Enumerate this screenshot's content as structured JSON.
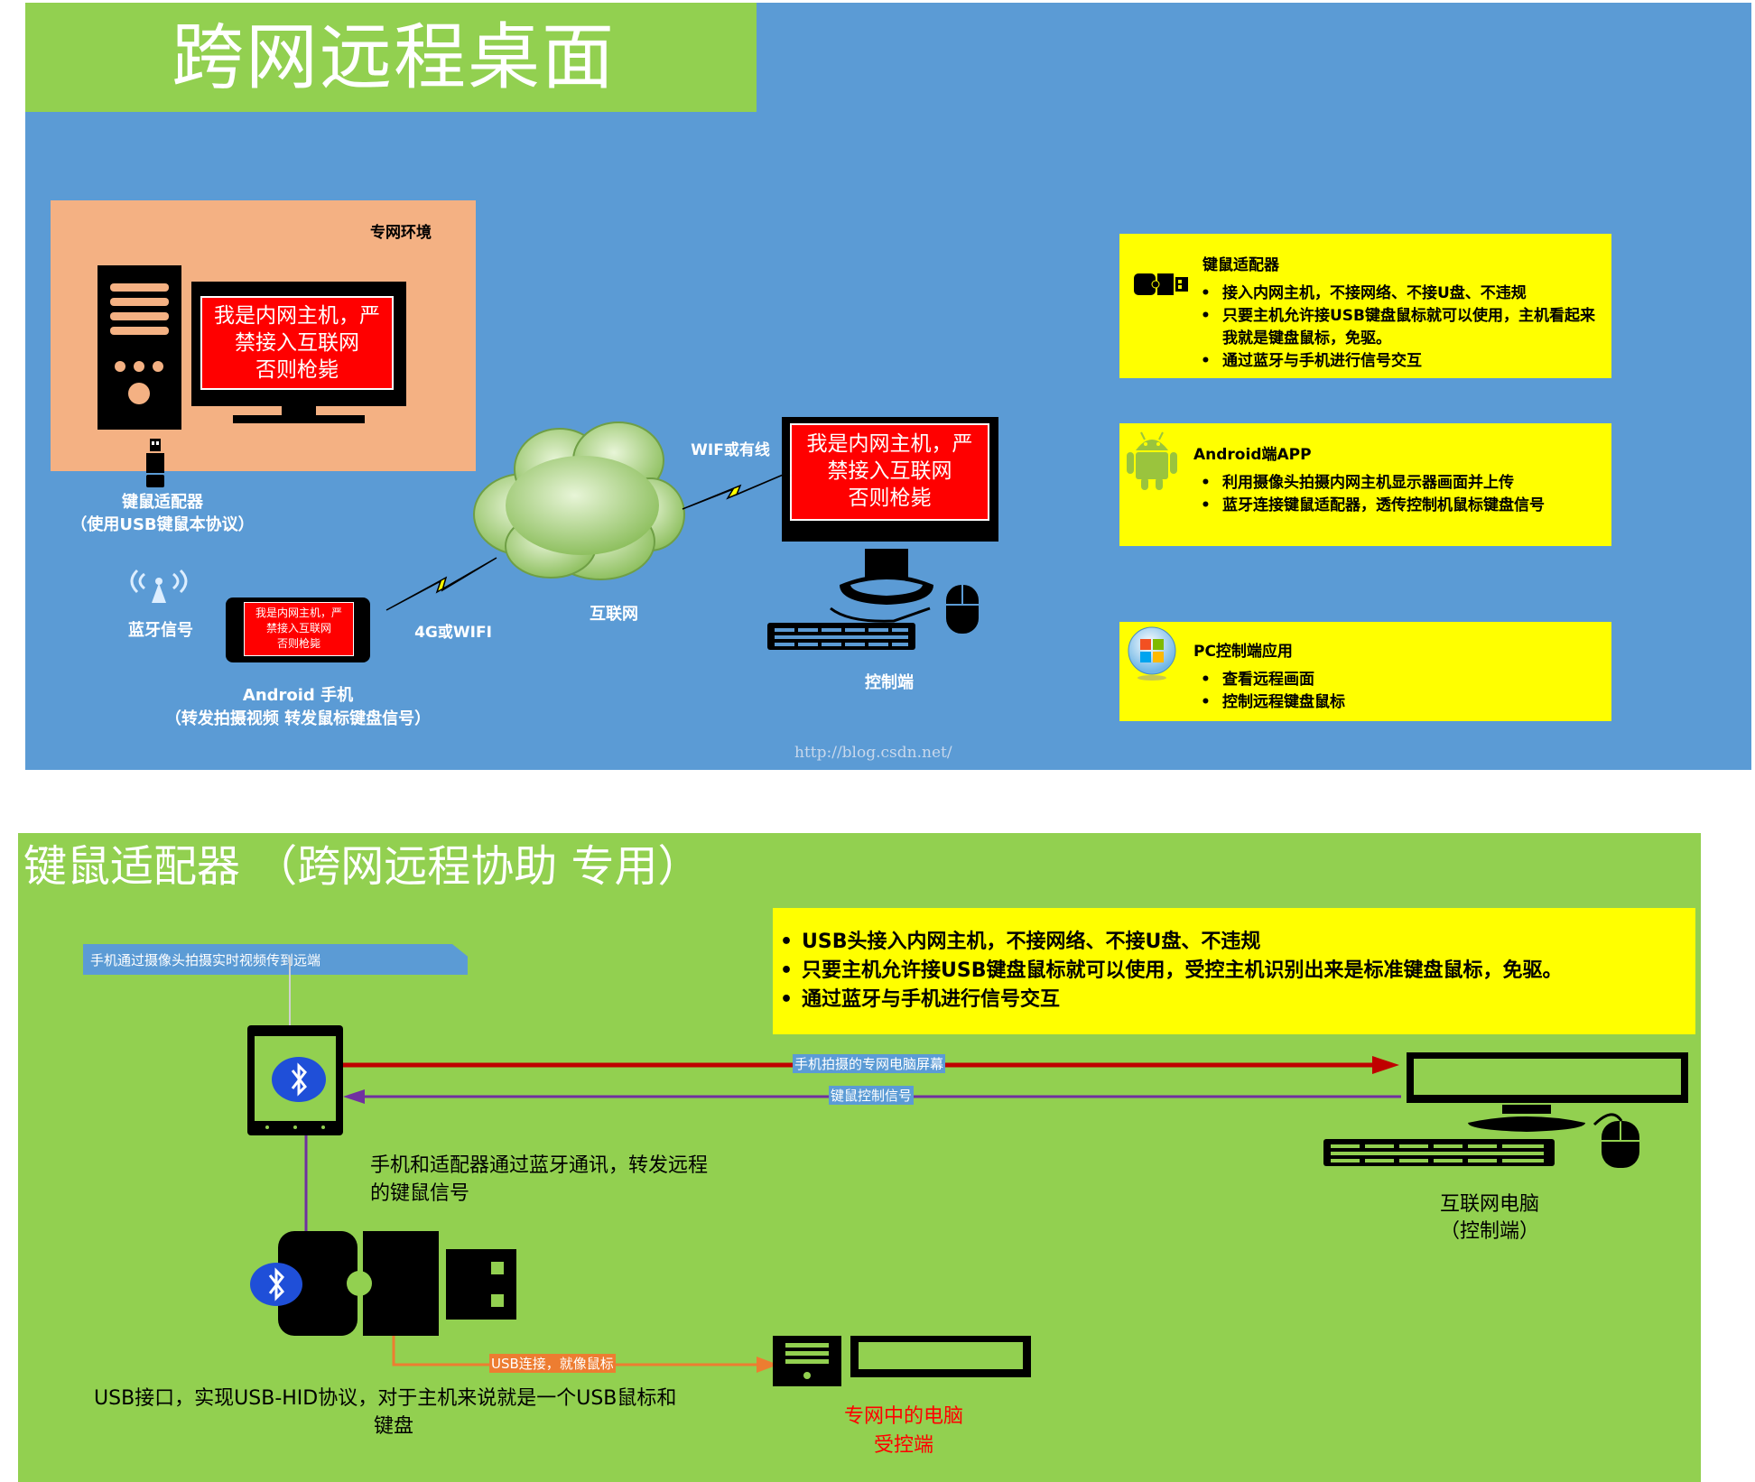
{
  "top": {
    "title": "跨网远程桌面",
    "intranet_env": "专网环境",
    "screen_text": [
      "我是内网主机，严",
      "禁接入互联网",
      "否则枪毙"
    ],
    "adapter_label": [
      "键鼠适配器",
      "（使用USB键鼠本协议）"
    ],
    "bluetooth_label": "蓝牙信号",
    "phone_label": [
      "Android 手机",
      "（转发拍摄视频 转发鼠标键盘信号）"
    ],
    "link_4g": "4G或WIFI",
    "internet_label": "互联网",
    "link_wifi": "WIF或有线",
    "controller_label": "控制端",
    "watermark": "http://blog.csdn.net/",
    "box_adapter": {
      "title": "键鼠适配器",
      "items": [
        "接入内网主机，不接网络、不接U盘、不违规",
        "只要主机允许接USB键盘鼠标就可以使用，主机看起来我就是键盘鼠标，免驱。",
        "通过蓝牙与手机进行信号交互"
      ]
    },
    "box_android": {
      "title": "Android端APP",
      "items": [
        "利用摄像头拍摄内网主机显示器画面并上传",
        "蓝牙连接键鼠适配器，透传控制机鼠标键盘信号"
      ]
    },
    "box_pc": {
      "title": "PC控制端应用",
      "items": [
        "查看远程画面",
        "控制远程键盘鼠标"
      ]
    }
  },
  "bottom": {
    "title": "键鼠适配器 （跨网远程协助 专用）",
    "callout": "手机通过摄像头拍摄实时视频传到远端",
    "bullets": [
      "USB头接入内网主机，不接网络、不接U盘、不违规",
      "只要主机允许接USB键盘鼠标就可以使用，受控主机识别出来是标准键盘鼠标，免驱。",
      "通过蓝牙与手机进行信号交互"
    ],
    "arrow_screen": "手机拍摄的专网电脑屏幕",
    "arrow_control": "键鼠控制信号",
    "phone_adapter_text": [
      "手机和适配器通过蓝牙通讯，转发远程",
      "的键鼠信号"
    ],
    "usb_text": [
      "USB接口，实现USB-HID协议，对于主机来说就是一个USB鼠标和",
      "键盘"
    ],
    "usb_arrow": "USB连接，就像鼠标",
    "internet_pc": [
      "互联网电脑",
      "（控制端）"
    ],
    "intranet_pc": [
      "专网中的电脑",
      "受控端"
    ]
  },
  "colors": {
    "blue_bg": "#5b9bd5",
    "green_bg": "#92d050",
    "yellow": "#ffff00",
    "red": "#ff0000",
    "peach": "#f4b183",
    "bluetooth": "#1f4fd8",
    "purple": "#7030a0",
    "orange": "#ed7d31"
  }
}
